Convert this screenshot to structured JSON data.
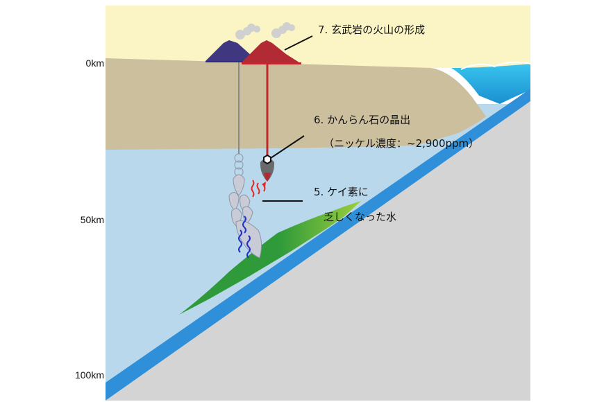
{
  "depth_axis": {
    "labels": [
      "0km",
      "50km",
      "100km"
    ]
  },
  "annotations": {
    "step7": "7. 玄武岩の火山の形成",
    "step6_line1": "6. かんらん石の晶出",
    "step6_line2": "（ニッケル濃度：~2,900ppm）",
    "step5_line1": "5. ケイ素に",
    "step5_line2": "乏しくなった水"
  },
  "colors": {
    "sky": "#fbf5c6",
    "crust": "#cbbf9e",
    "mantle": "#b9d8ec",
    "slab": "#d4d4d4",
    "slab_band": "#2f8fd8",
    "sea": "#2bb0e0",
    "green_zone": "#2e9a3a",
    "volcano_active": "#b22a34",
    "volcano_old": "#3f3880",
    "conduit_red": "#c1272d",
    "water_arrow": "#2232c8",
    "heat_arrow": "#e52629"
  }
}
